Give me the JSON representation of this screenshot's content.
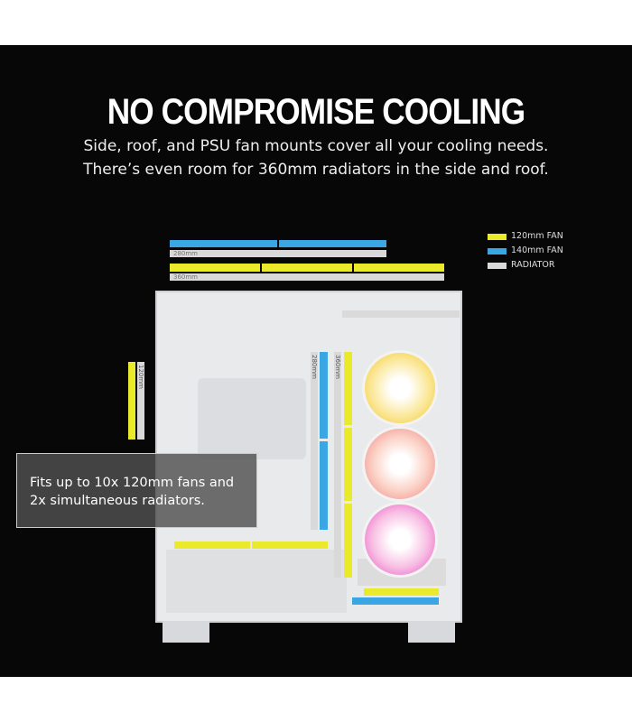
{
  "headline": "NO COMPROMISE COOLING",
  "subtitle": [
    "Side, roof, and PSU fan mounts cover all your cooling needs.",
    "There’s even room for 360mm radiators in the side and roof."
  ],
  "legend": [
    {
      "label": "120mm FAN",
      "color": "#eaea2a"
    },
    {
      "label": "140mm FAN",
      "color": "#3aa6e4"
    },
    {
      "label": "RADIATOR",
      "color": "#d9d9d9"
    }
  ],
  "radiator_labels": {
    "top_280": "280mm",
    "top_360": "360mm",
    "side_120": "120mm",
    "side_280": "280mm",
    "side_360": "360mm"
  },
  "callout": "Fits up to 10x 120mm fans and 2x simultaneous radiators."
}
